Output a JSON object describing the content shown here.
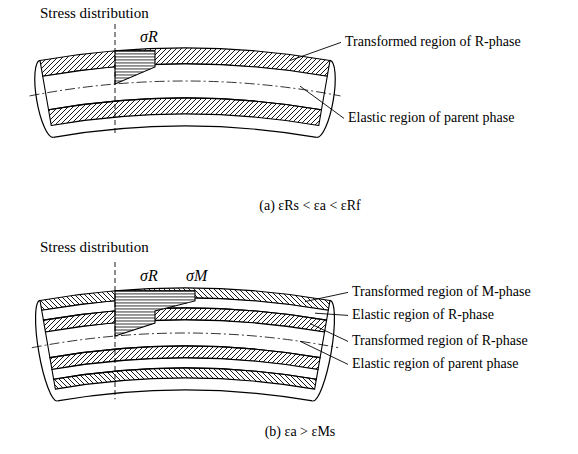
{
  "diagram": {
    "labels": [
      "Stress distribution",
      "σR",
      "Transformed region of R-phase",
      "Elastic region of parent phase",
      "(a) εRs < εa < εRf",
      "Stress distribution",
      "σR",
      "σM",
      "Transformed region of M-phase",
      "Elastic region of R-phase",
      "Transformed region of R-phase",
      "Elastic region of parent phase",
      "(b) εa > εMs"
    ]
  }
}
